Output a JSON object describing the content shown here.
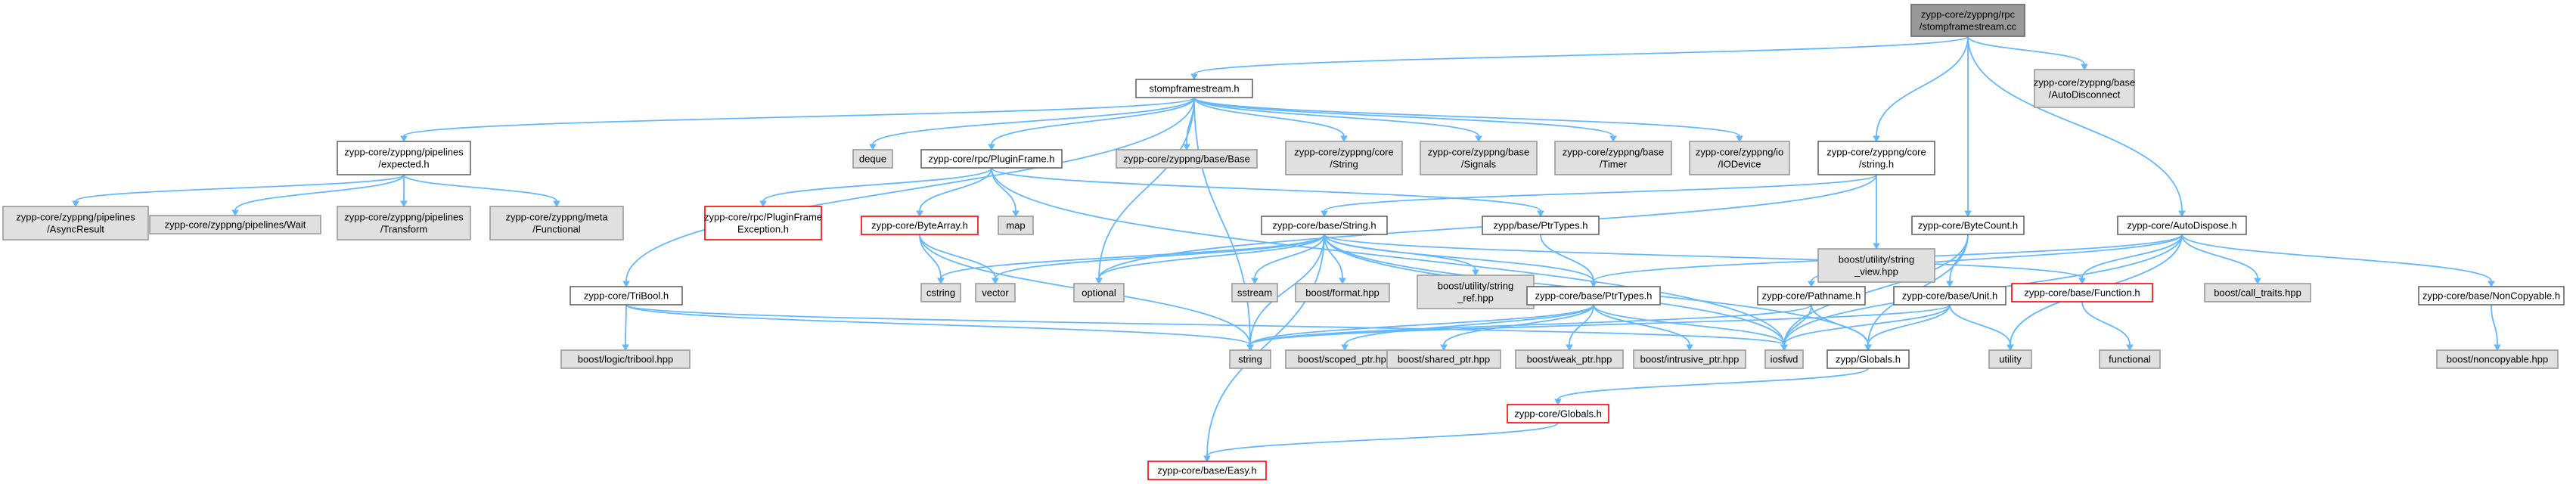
{
  "graph": {
    "root": [
      "zypp-core/zyppng/rpc",
      "/stompframestream.cc"
    ],
    "nodes": {
      "root": [
        "zypp-core/zyppng/rpc",
        "/stompframestream.cc"
      ],
      "stompframestream_h": [
        "stompframestream.h"
      ],
      "autodisconnect": [
        "zypp-core/zyppng/base",
        "/AutoDisconnect"
      ],
      "pipelines_expected": [
        "zypp-core/zyppng/pipelines",
        "/expected.h"
      ],
      "deque": [
        "deque"
      ],
      "pluginframe_h": [
        "zypp-core/rpc/PluginFrame.h"
      ],
      "zyppng_base_base": [
        "zypp-core/zyppng/base/Base"
      ],
      "zyppng_core_string": [
        "zypp-core/zyppng/core",
        "/String"
      ],
      "zyppng_base_signals": [
        "zypp-core/zyppng/base",
        "/Signals"
      ],
      "zyppng_base_timer": [
        "zypp-core/zyppng/base",
        "/Timer"
      ],
      "zyppng_io_iodevice": [
        "zypp-core/zyppng/io",
        "/IODevice"
      ],
      "zyppng_core_string_h": [
        "zypp-core/zyppng/core",
        "/string.h"
      ],
      "bytecount_h": [
        "zypp-core/ByteCount.h"
      ],
      "autodispose_h": [
        "zypp-core/AutoDispose.h"
      ],
      "pipelines_asyncresult": [
        "zypp-core/zyppng/pipelines",
        "/AsyncResult"
      ],
      "pipelines_wait": [
        "zypp-core/zyppng/pipelines/Wait"
      ],
      "pipelines_transform": [
        "zypp-core/zyppng/pipelines",
        "/Transform"
      ],
      "meta_functional": [
        "zypp-core/zyppng/meta",
        "/Functional"
      ],
      "pluginframeexception": [
        "zypp-core/rpc/PluginFrame",
        "Exception.h"
      ],
      "bytearray_h": [
        "zypp-core/ByteArray.h"
      ],
      "map": [
        "map"
      ],
      "base_string_h": [
        "zypp-core/base/String.h"
      ],
      "zypp_base_ptrtypes": [
        "zypp/base/PtrTypes.h"
      ],
      "string_view_hpp": [
        "boost/utility/string",
        "_view.hpp"
      ],
      "tribool_h": [
        "zypp-core/TriBool.h"
      ],
      "cstring": [
        "cstring"
      ],
      "vector": [
        "vector"
      ],
      "optional": [
        "optional"
      ],
      "sstream": [
        "sstream"
      ],
      "boost_format": [
        "boost/format.hpp"
      ],
      "string_ref_hpp": [
        "boost/utility/string",
        "_ref.hpp"
      ],
      "core_base_ptrtypes": [
        "zypp-core/base/PtrTypes.h"
      ],
      "pathname_h": [
        "zypp-core/Pathname.h"
      ],
      "base_unit_h": [
        "zypp-core/base/Unit.h"
      ],
      "base_function_h": [
        "zypp-core/base/Function.h"
      ],
      "call_traits": [
        "boost/call_traits.hpp"
      ],
      "noncopyable_h": [
        "zypp-core/base/NonCopyable.h"
      ],
      "boost_tribool": [
        "boost/logic/tribool.hpp"
      ],
      "string": [
        "string"
      ],
      "scoped_ptr": [
        "boost/scoped_ptr.hpp"
      ],
      "shared_ptr": [
        "boost/shared_ptr.hpp"
      ],
      "weak_ptr": [
        "boost/weak_ptr.hpp"
      ],
      "intrusive_ptr": [
        "boost/intrusive_ptr.hpp"
      ],
      "iosfwd": [
        "iosfwd"
      ],
      "zypp_globals_h": [
        "zypp/Globals.h"
      ],
      "utility": [
        "utility"
      ],
      "functional": [
        "functional"
      ],
      "noncopyable_hpp": [
        "boost/noncopyable.hpp"
      ],
      "core_globals_h": [
        "zypp-core/Globals.h"
      ],
      "base_easy_h": [
        "zypp-core/base/Easy.h"
      ]
    }
  }
}
